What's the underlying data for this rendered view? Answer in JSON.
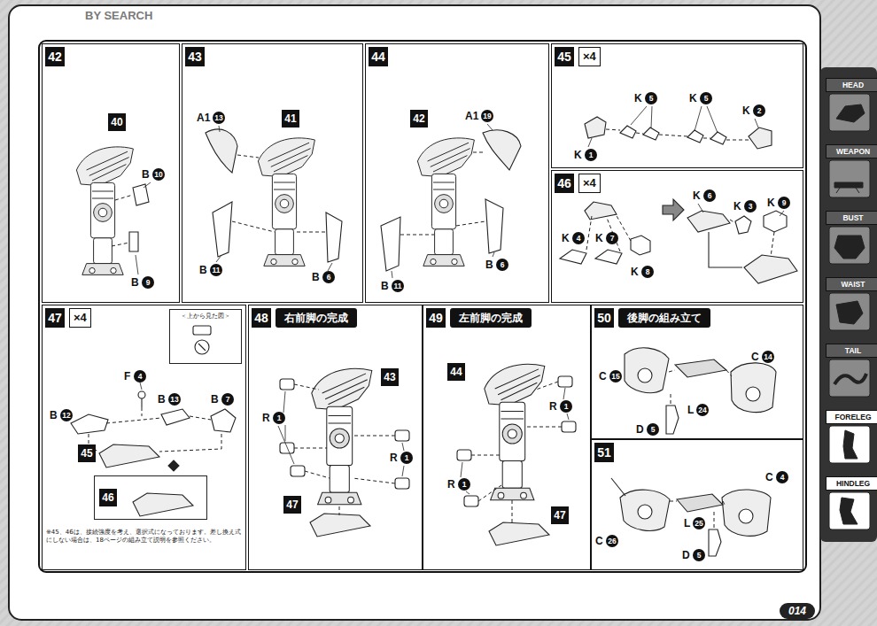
{
  "diagram": {
    "nodes": [
      {
        "text": [
          "42"
        ]
      },
      {
        "text": [
          "43"
        ]
      },
      {
        "text": [
          "44"
        ]
      },
      {
        "text": [
          "45",
          "×4"
        ]
      },
      {
        "text": [
          "46",
          "×4"
        ]
      },
      {
        "text": [
          "47",
          "×4"
        ]
      },
      {
        "text": [
          "＜上から見た図＞"
        ],
        "in": 5
      },
      {
        "text": [
          "46"
        ],
        "in": 5
      },
      {
        "text": [
          "48",
          "右前脚の完成"
        ]
      },
      {
        "text": [
          "49",
          "左前脚の完成"
        ]
      },
      {
        "text": [
          "50",
          "後脚の組み立て"
        ]
      },
      {
        "text": [
          "51"
        ]
      },
      {
        "text": [
          "HEAD"
        ]
      },
      {
        "text": [
          "WEAPON"
        ]
      },
      {
        "text": [
          "BUST"
        ]
      },
      {
        "text": [
          "WAIST"
        ]
      },
      {
        "text": [
          "TAIL"
        ]
      },
      {
        "text": [
          "FORELEG"
        ]
      },
      {
        "text": [
          "HINDLEG"
        ]
      }
    ],
    "labels": [
      "BY SEARCH",
      "40",
      "B",
      "10",
      "B",
      "9",
      "A1",
      "13",
      "41",
      "B",
      "11",
      "B",
      "6",
      "42",
      "A1",
      "19",
      "B",
      "11",
      "B",
      "6",
      "K",
      "5",
      "K",
      "5",
      "K",
      "2",
      "K",
      "1",
      "K",
      "4",
      "K",
      "7",
      "K",
      "8",
      "K",
      "6",
      "K",
      "3",
      "K",
      "9",
      "F",
      "4",
      "B",
      "12",
      "B",
      "13",
      "B",
      "7",
      "45",
      "※45、46は、接続強度を考え、選択式になっております。差し換え式にしない場合は、18ページの組み立て説明を参照ください。",
      "43",
      "R",
      "1",
      "R",
      "1",
      "47",
      "44",
      "R",
      "1",
      "R",
      "1",
      "47",
      "C",
      "15",
      "C",
      "14",
      "L",
      "24",
      "D",
      "5",
      "C",
      "4",
      "C",
      "26",
      "L",
      "25",
      "D",
      "5",
      "014"
    ]
  }
}
